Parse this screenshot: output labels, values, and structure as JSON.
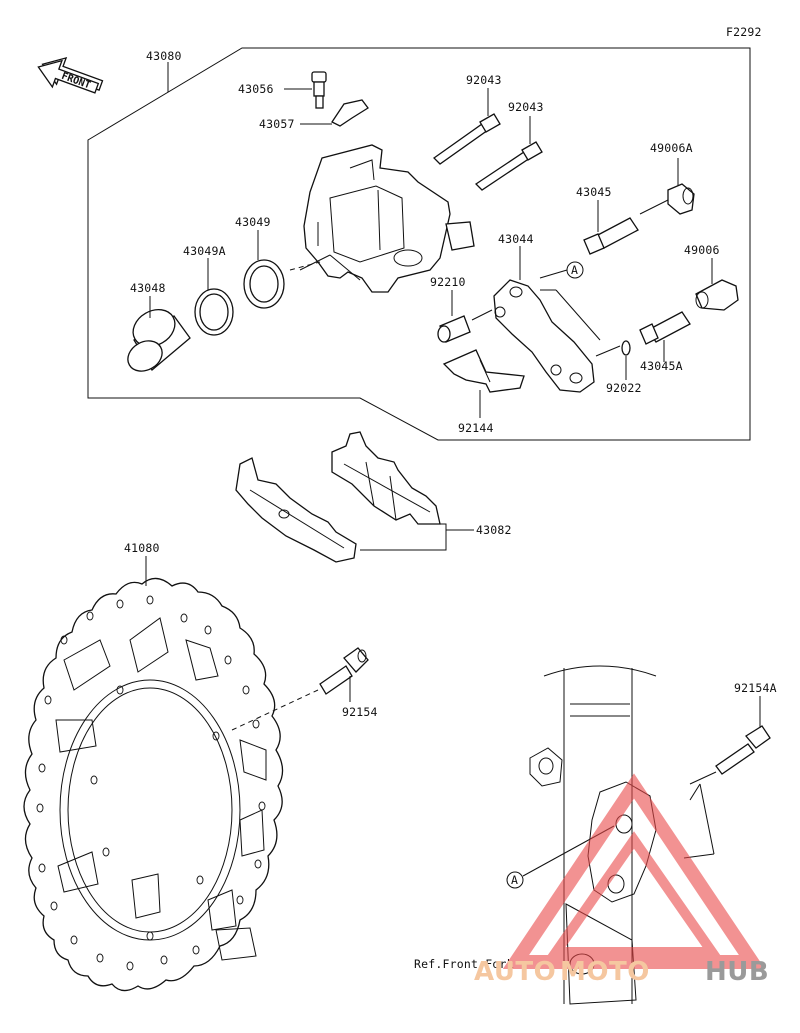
{
  "figure_code": "F2292",
  "front_label": "FRONT",
  "ref_note": "Ref.Front Fork",
  "callout_A": "A",
  "part_labels": {
    "p43080": "43080",
    "p43056": "43056",
    "p43057": "43057",
    "p92043a": "92043",
    "p92043b": "92043",
    "p49006A": "49006A",
    "p43049": "43049",
    "p43049A": "43049A",
    "p43048": "43048",
    "p43045": "43045",
    "p43044": "43044",
    "p92210": "92210",
    "p49006": "49006",
    "p43045A": "43045A",
    "p92022": "92022",
    "p92144": "92144",
    "p43082": "43082",
    "p41080": "41080",
    "p92154": "92154",
    "p92154A": "92154A"
  },
  "watermark": {
    "part1": "AUTO",
    "part2": "MOTO",
    "part3": "HUB",
    "color_light": "#f5c7a0",
    "color_dark": "#9a9a9a",
    "triangle_color": "#ea4a4a"
  }
}
